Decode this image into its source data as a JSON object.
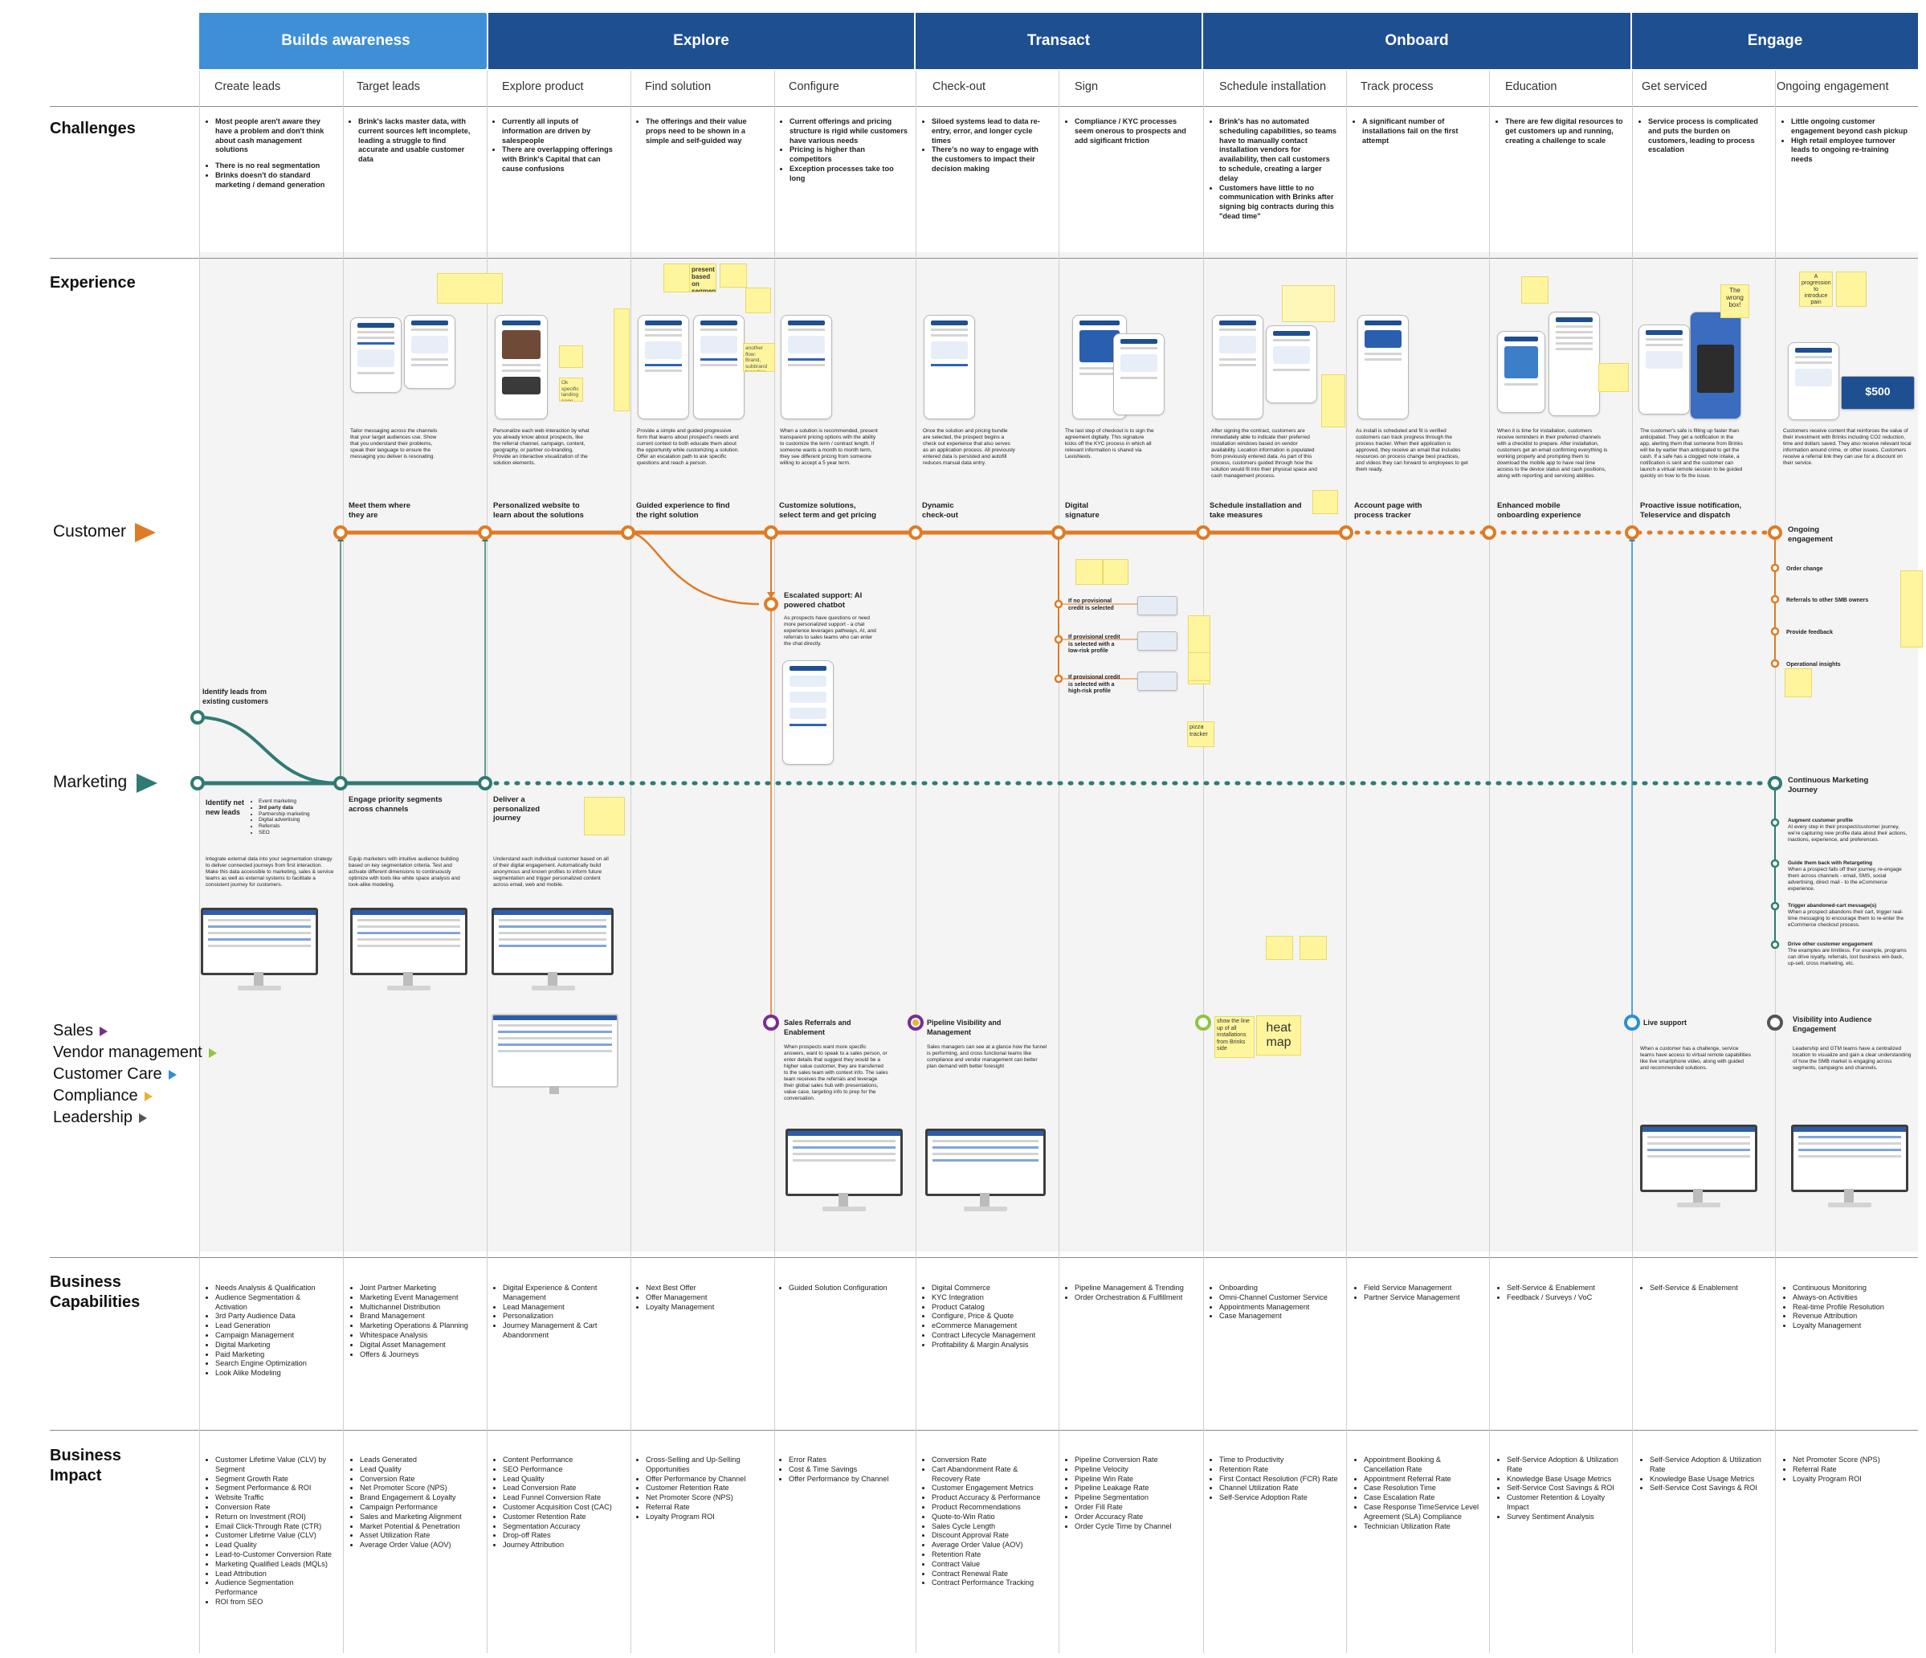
{
  "colors": {
    "stage_dark": "#1e4f91",
    "stage_light": "#3f8fd6",
    "customer_orange": "#e07b25",
    "marketing_teal": "#2f7b73",
    "sales": "#7a2d91",
    "vendor": "#8dc63f",
    "care": "#2e8fd6",
    "compliance": "#e8b530",
    "leadership": "#555555",
    "sticky": "#fff59d"
  },
  "stages": [
    {
      "label": "Builds awareness"
    },
    {
      "label": "Explore"
    },
    {
      "label": "Transact"
    },
    {
      "label": "Onboard"
    },
    {
      "label": "Engage"
    }
  ],
  "substages": [
    "Create leads",
    "Target leads",
    "Explore product",
    "Find solution",
    "Configure",
    "Check-out",
    "Sign",
    "Schedule installation",
    "Track process",
    "Education",
    "Get serviced",
    "Ongoing engagement"
  ],
  "row_labels": {
    "challenges": "Challenges",
    "experience": "Experience",
    "capabilities": "Business\nCapabilities",
    "impact": "Business\nImpact"
  },
  "challenges": [
    [
      "Most people aren't aware they have a problem and don't think about cash management solutions",
      "There is no real segmentation",
      "Brinks doesn't do standard marketing / demand generation"
    ],
    [
      "Brink's lacks master data, with current sources left incomplete, leading a struggle to find accurate and usable customer data"
    ],
    [
      "Currently all inputs of information are driven by salespeople",
      "There are overlapping offerings with Brink's Capital that can cause confusions"
    ],
    [
      "The offerings and their value props need to be shown in a simple and self-guided way"
    ],
    [
      "Current offerings and pricing structure is rigid while customers have various needs",
      "Pricing is higher than competitors",
      "Exception processes take too long"
    ],
    [
      "Siloed systems lead to data re-entry, error, and longer cycle times",
      "There's no way to engage with the customers to impact their decision making"
    ],
    [
      "Compliance / KYC processes seem onerous to prospects and add sigificant friction"
    ],
    [
      "Brink's has no automated scheduling capabilities, so teams have to manually contact installation vendors for availability, then call customers to schedule, creating a larger delay",
      "Customers have little to no communication with Brinks after signing big contracts during this \"dead time\""
    ],
    [
      "A significant number of installations fail on the first attempt"
    ],
    [
      "There are few digital resources to get customers up and running, creating a challenge to scale"
    ],
    [
      "Service process is complicated and puts the burden on customers, leading to process escalation"
    ],
    [
      "Little ongoing customer engagement beyond cash pickup",
      "High retail employee turnover leads to ongoing re-training needs"
    ]
  ],
  "experience_desc": [
    "Tailor messaging across the channels that your target audiences use. Show that you understand their problems, speak their language to ensure the messaging you deliver is resonating.",
    "Personalize each web interaction by what you already know about prospects, like the referral channel, campaign, content, geography, or partner co-branding. Provide an interactive visualization of the solution elements.",
    "Provide a simple and guided progressive form that learns about prospect's needs and current context to both educate them about the opportunity while customizing a solution. Offer an escalation path to ask specific questions and reach a person.",
    "When a solution is recommended, present transparent pricing options with the ability to customize the term / contract length. If someone wants a month to month term, they see different pricing from someone willing to accept a 5 year term.",
    "Once the solution and pricing bundle are selected, the prospect begins a check out experience that also serves as an application process. All previously entered data is persisted and autofill reduces manual data entry.",
    "The last step of checkout is to sign the agreement digitally. This signature kicks off the KYC process in which all relevant information is shared via LexisNexis.",
    "After signing the contract, customers are immediately able to indicate their preferred installation windows based on vendor availability. Location information is populated from previously entered data. As part of this process, customers guided through how the solution would fit into their physical space and cash management process.",
    "As install is scheduled and fit is verified customers can track progress through the process tracker. When their application is approved, they receive an email that includes resources on process change best practices, and videos they can forward to employees to get them ready.",
    "When it is time for installation, customers receive reminders in their preferred channels with a checklist to prepare. After installation, customers get an email confirming everything is working properly and prompting them to download the mobile app to have real time access to the device status and cash positions, along with reporting and servicing abilities.",
    "The customer's safe is filling up faster than anticipated. They get a notification in the app, alerting them that someone from Brinks will be by earlier than anticipated to get the cash. If a safe has a clogged note intake, a notification is sent and the customer can launch a virtual remote session to be guided quickly on how to fix the issue.",
    "Customers receive content that reinforces the value of their investment with Brinks including CO2 reduction, time and dollars saved. They also receive relevant local information around crime, or other issues. Customers receive a referral link they can use for a discount on their service."
  ],
  "lanes": {
    "customer": "Customer",
    "marketing": "Marketing",
    "sales": "Sales",
    "vendor": "Vendor management",
    "care": "Customer Care",
    "compliance": "Compliance",
    "leadership": "Leadership"
  },
  "customer_nodes": [
    "Meet them where they are",
    "Personalized website to learn about the solutions",
    "Guided experience to find the right solution",
    "Customize solutions, select term and get pricing",
    "Dynamic check-out",
    "Digital signature",
    "Schedule installation and take measures",
    "Account page with process tracker",
    "Enhanced mobile onboarding experience",
    "Proactive issue notification, Teleservice and dispatch",
    "Ongoing engagement"
  ],
  "chatbot": {
    "title": "Escalated support: AI powered chatbot",
    "desc": "As prospects have questions or need more personalized support - a chat experience leverages pathways, AI, and referrals to sales teams who can enter the chat directly."
  },
  "sign_branches": [
    "If no provisional credit is selected",
    "If provisional credit is selected with a low-risk profile",
    "If provisional credit is selected with a high-risk profile"
  ],
  "ongoing_steps": [
    "Order change",
    "Referrals to other SMB owners",
    "Provide feedback",
    "Operational insights"
  ],
  "marketing_nodes": {
    "identify_existing": "Identify leads from existing customers",
    "identify_net": "Identify net new leads",
    "sources": [
      "Event marketing",
      "3rd party data",
      "Partnership marketing",
      "Digital advertising",
      "Referrals",
      "SEO"
    ],
    "engage": "Engage priority segments across channels",
    "deliver": "Deliver a personalized journey",
    "continuous": "Continuous Marketing Journey"
  },
  "marketing_desc": [
    "Integrate external data into your segmentation strategy to deliver connected journeys from first interaction. Make this data accessible to marketing, sales & service teams as well as external systems to facilitate a consistent journey for customers.",
    "Equip marketers with intuitive audience building based on key segmentation criteria. Test and activate different dimensions to continuously optimize with tools like white space analysis and look-alike modeling.",
    "Understand each individual customer based on all of their digital engagement. Automatically build anonymous and known profiles to inform future segmentation and trigger personalized content across email, web and mobile."
  ],
  "continuous_steps": [
    {
      "title": "Augment customer profile",
      "desc": "At every step in their prospect/customer journey, we're capturing new profile data about their actions, inactions, experience, and preferences."
    },
    {
      "title": "Guide them back with Retargeting",
      "desc": "When a prospect falls off their journey, re-engage them across channels - email, SMS, social advertising, direct mail - to the eCommerce experience."
    },
    {
      "title": "Trigger abandoned-cart message(s)",
      "desc": "When a prospect abandons their cart, trigger real-time messaging to encourage them to re-enter the eCommerce checkout process."
    },
    {
      "title": "Drive other customer engagement",
      "desc": "The examples are limitless. For example, programs can drive loyalty, referrals, lost business win-back, up-sell, cross marketing, etc."
    }
  ],
  "lower_nodes": [
    {
      "title": "Sales Referrals and Enablement",
      "desc": "When prospects want more specific answers, want to speak to a sales person, or enter details that suggest they would be a higher value customer, they are transferred to the sales team with context info. The sales team receives the referrals and leverage their global sales hub with presentations, value case, targeting info to prep for the conversation."
    },
    {
      "title": "Pipeline Visibility and Management",
      "desc": "Sales managers can see at a glance how the funnel is performing, and cross functional teams like compliance and vendor management can better plan demand with better foresight"
    },
    {
      "title": "Live support",
      "desc": "When a customer has a challenge, service teams have access to virtual remote capabilities like live smartphone video, along with guided and recommended solutions."
    },
    {
      "title": "Visibility into Audience Engagement",
      "desc": "Leadership and GTM teams have a centralized location to visualize and gain a clear understanding of how the SMB market is engaging across segments, campaigns and channels."
    }
  ],
  "sticky_notes": {
    "heat_map": "heat map",
    "show_line": "show the line up of all installations from Brinks side",
    "pizza": "pizza tracker",
    "wrong_box": "The wrong box!",
    "progression": "A progression to introduce pain",
    "present": "present based on segment",
    "another": "another flow: Brand, subbrand branding",
    "no_specific": "Ok specific landing page",
    "price": "$500"
  },
  "capabilities": [
    [
      "Needs Analysis & Qualification",
      "Audience Segmentation & Activation",
      "3rd Party Audience Data",
      "Lead Generation",
      "Campaign Management",
      "Digital Marketing",
      "Paid Marketing",
      "Search Engine Optimization",
      "Look Alike Modeling"
    ],
    [
      "Joint Partner Marketing",
      "Marketing Event Management",
      "Multichannel Distribution",
      "Brand Management",
      "Marketing Operations & Planning",
      "Whitespace Analysis",
      "Digital Asset Management",
      "Offers & Journeys"
    ],
    [
      "Digital Experience & Content Management",
      "Lead Management",
      "Personalization",
      "Journey Management & Cart Abandonment"
    ],
    [
      "Next Best Offer",
      "Offer Management",
      "Loyalty Management"
    ],
    [
      "Guided Solution Configuration"
    ],
    [
      "Digital Commerce",
      "KYC Integration",
      "Product Catalog",
      "Configure, Price & Quote",
      "eCommerce Management",
      "Contract Lifecycle Management",
      "Profitability & Margin Analysis"
    ],
    [
      "Pipeline Management & Trending",
      "Order Orchestration & Fulfillment"
    ],
    [
      "Onboarding",
      "Omni-Channel Customer Service",
      "Appointments Management",
      "Case Management"
    ],
    [
      "Field Service Management",
      "Partner Service Management"
    ],
    [
      "Self-Service & Enablement",
      "Feedback / Surveys / VoC"
    ],
    [
      "Self-Service & Enablement"
    ],
    [
      "Continuous Monitoring",
      "Always-on Activities",
      "Real-time Profile Resolution",
      "Revenue Attribution",
      "Loyalty Management"
    ]
  ],
  "impact": [
    [
      "Customer Lifetime Value (CLV) by Segment",
      "Segment Growth Rate",
      "Segment Performance & ROI",
      "Website Traffic",
      "Conversion Rate",
      "Return on Investment (ROI)",
      "Email Click-Through Rate (CTR)",
      "Customer Lifetime Value (CLV)",
      "Lead Quality",
      "Lead-to-Customer Conversion Rate",
      "Marketing Qualified Leads (MQLs)",
      "Lead Attribution",
      "Audience Segmentation Performance",
      "ROI from SEO"
    ],
    [
      "Leads Generated",
      "Lead Quality",
      "Conversion Rate",
      "Net Promoter Score (NPS)",
      "Brand Engagement & Loyalty",
      "Campaign Performance",
      "Sales and Marketing Alignment",
      "Market Potential & Penetration",
      "Asset Utilization Rate",
      "Average Order Value (AOV)"
    ],
    [
      "Content Performance",
      "SEO Performance",
      "Lead Quality",
      "Lead Conversion Rate",
      "Lead Funnel Conversion Rate",
      "Customer Acquisition Cost (CAC)",
      "Customer Retention Rate",
      "Segmentation Accuracy",
      "Drop-off Rates",
      "Journey Attribution"
    ],
    [
      "Cross-Selling and Up-Selling Opportunities",
      "Offer Performance by Channel",
      "Customer Retention Rate",
      "Net Promoter Score (NPS)",
      "Referral Rate",
      "Loyalty Program ROI"
    ],
    [
      "Error Rates",
      "Cost & Time Savings",
      "Offer Performance by Channel"
    ],
    [
      "Conversion Rate",
      "Cart Abandonment Rate & Recovery Rate",
      "Customer Engagement Metrics",
      "Product Accuracy & Performance",
      "Product Recommendations",
      "Quote-to-Win Ratio",
      "Sales Cycle Length",
      "Discount Approval Rate",
      "Average Order Value (AOV)",
      "Retention Rate",
      "Contract Value",
      "Contract Renewal Rate",
      "Contract Performance Tracking"
    ],
    [
      "Pipeline Conversion Rate",
      "Pipeline Velocity",
      "Pipeline Win Rate",
      "Pipeline Leakage Rate",
      "Pipeline Segmentation",
      "Order Fill Rate",
      "Order Accuracy Rate",
      "Order Cycle Time by Channel"
    ],
    [
      "Time to Productivity",
      "Retention Rate",
      "First Contact Resolution (FCR) Rate",
      "Channel Utilization Rate",
      "Self-Service Adoption Rate"
    ],
    [
      "Appointment Booking & Cancellation Rate",
      "Appointment Referral Rate",
      "Case Resolution Time",
      "Case Escalation Rate",
      "Case Response TimeService Level Agreement (SLA) Compliance",
      "Technician Utilization Rate"
    ],
    [
      "Self-Service Adoption & Utilization Rate",
      "Knowledge Base Usage Metrics",
      "Self-Service Cost Savings & ROI",
      "Customer Retention & Loyalty Impact",
      "Survey Sentiment Analysis"
    ],
    [
      "Self-Service Adoption & Utilization Rate",
      "Knowledge Base Usage Metrics",
      "Self-Service Cost Savings & ROI"
    ],
    [
      "Net Promoter Score (NPS)",
      "Referral Rate",
      "Loyalty Program ROI"
    ]
  ]
}
